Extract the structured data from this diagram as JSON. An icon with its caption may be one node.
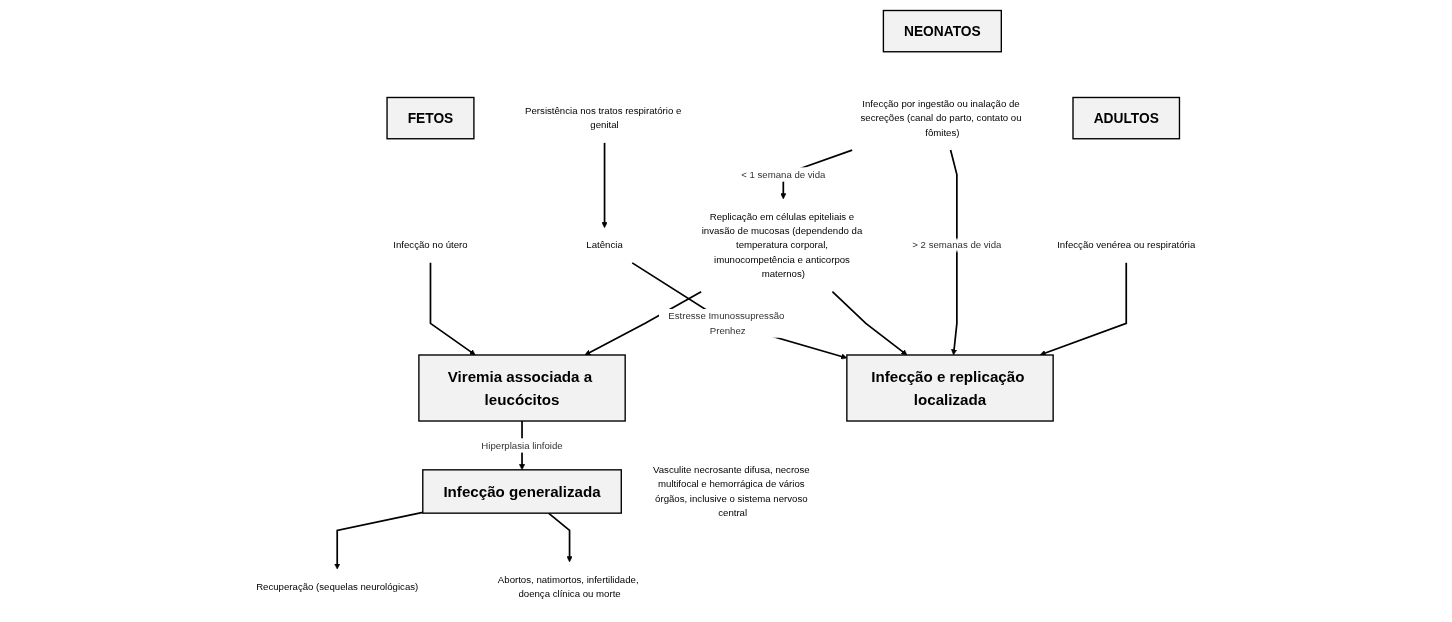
{
  "diagram": {
    "nodes": [
      {
        "text": [
          "ADULTOS"
        ]
      },
      {
        "text": [
          "Infecção venérea ou respiratória"
        ]
      },
      {
        "text": [
          "NEONATOS"
        ]
      },
      {
        "text": [
          "Infecção por ingestão ou inalação de secreções (canal do parto, contato ou fômites)"
        ]
      },
      {
        "text": [
          "FETOS"
        ]
      },
      {
        "text": [
          "Infecção no útero"
        ]
      },
      {
        "text": [
          "Viremia associada a leucócitos"
        ]
      },
      {
        "text": [
          "Infecção e replicação localizada"
        ]
      },
      {
        "text": [
          "Persistência nos tratos respiratório e genital"
        ]
      },
      {
        "text": [
          "Replicação em células epiteliais e invasão de mucosas (dependendo da temperatura corporal, imunocompetência e anticorpos maternos)"
        ]
      },
      {
        "text": [
          "Latência"
        ]
      },
      {
        "text": [
          "Infecção generalizada"
        ],
        "beside": [
          "Vasculite necrosante difusa, necrose multifocal e hemorrágica de vários órgãos, inclusive o sistema nervoso central"
        ]
      },
      {
        "text": [
          "Recuperação (sequelas neurológicas)"
        ]
      },
      {
        "text": [
          "Abortos, natimortos, infertilidade, doença clínica ou morte"
        ]
      }
    ],
    "edges": [
      {
        "from": 1,
        "to": 7,
        "arrow": "to"
      },
      {
        "from": 3,
        "to": 7,
        "arrow": "to",
        "label": "> 2 semanas de vida"
      },
      {
        "from": 3,
        "to": 9,
        "arrow": "to",
        "label": "< 1 semana de vida"
      },
      {
        "from": 9,
        "to": 6,
        "arrow": "to"
      },
      {
        "from": 9,
        "to": 7,
        "arrow": "to"
      },
      {
        "from": 5,
        "to": 6,
        "arrow": "to"
      },
      {
        "from": 6,
        "to": 11,
        "arrow": "to",
        "label": "Hiperplasia linfoide"
      },
      {
        "from": 8,
        "to": 10,
        "arrow": "to"
      },
      {
        "from": 10,
        "to": 7,
        "arrow": "to",
        "label": "Estresse Imunossupressão Prenhez"
      },
      {
        "from": 11,
        "to": 12,
        "arrow": "to"
      },
      {
        "from": 11,
        "to": 13,
        "arrow": "to"
      }
    ]
  }
}
